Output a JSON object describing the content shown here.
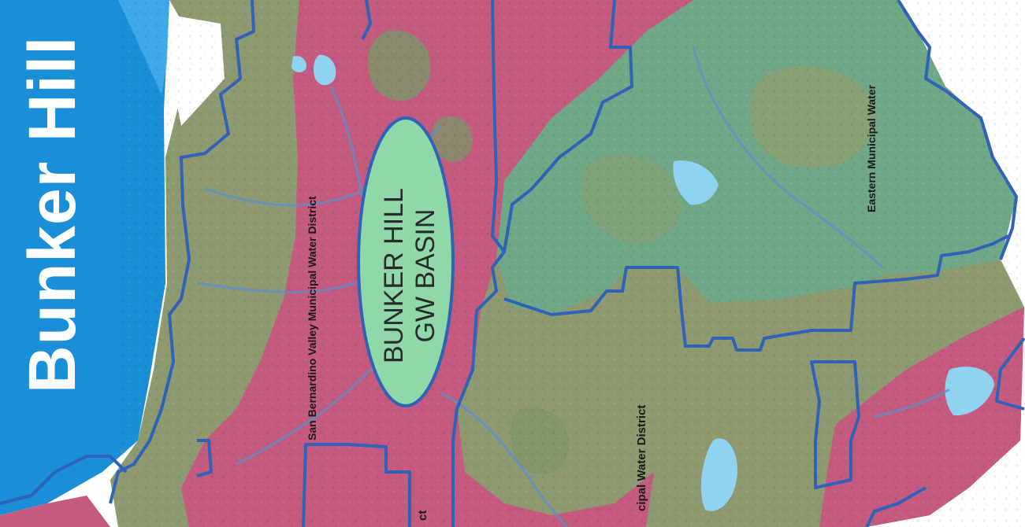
{
  "side_title": "Bunker Hill",
  "basin_label": {
    "line1": "BUNKER HILL",
    "line2": "GW BASIN"
  },
  "district_labels": {
    "sbvmwd": "San Bernardino Valley Municipal Water District",
    "eastern": "Eastern Municipal Water",
    "western_fragment": "cipal Water District",
    "bottom_fragment": "ct"
  },
  "colors": {
    "title_band": "#1a8fd8",
    "urban_area": "#c45a7e",
    "vegetation": "#6fa886",
    "terrain": "#8d9a70",
    "boundary": "#2e63b8",
    "water": "#8fd3f0",
    "basin_fill": "#8fd8a8"
  }
}
